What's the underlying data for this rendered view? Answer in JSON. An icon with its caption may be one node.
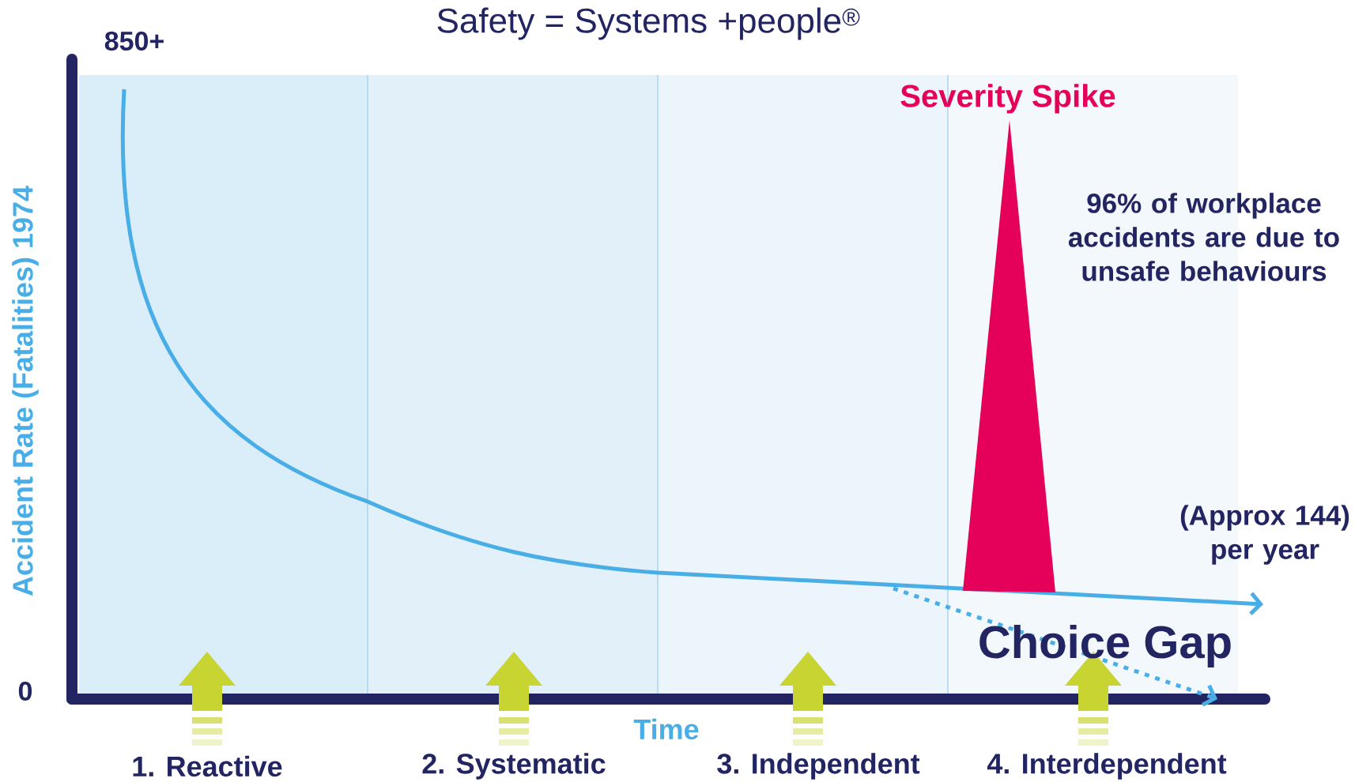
{
  "diagram": {
    "title": "Safety = Systems +people$^{®}$",
    "labels": [
      "850+",
      "Severity Spike",
      "96% of workplace accidents are due to unsafe behaviours",
      "Accident Rate (Fatalities) 1974",
      "(Approx 144) per year",
      "Choice Gap",
      "0",
      "Time",
      "1. Reactive",
      "2. Systematic",
      "3. Independent",
      "4. Interdependent"
    ]
  }
}
